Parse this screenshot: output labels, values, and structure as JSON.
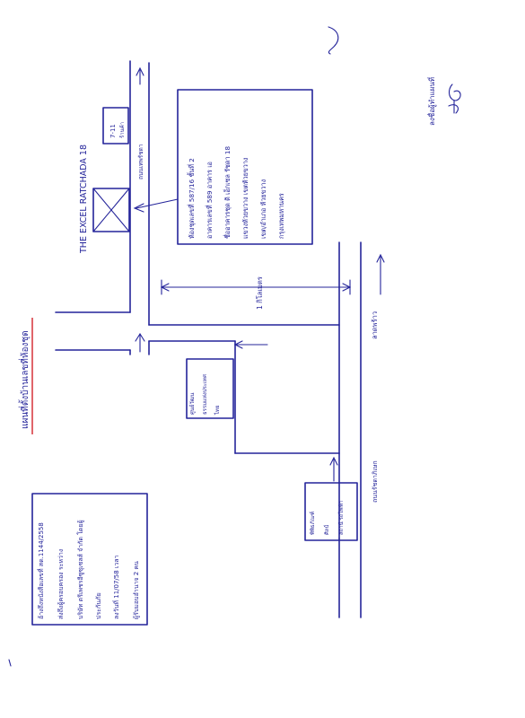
{
  "diagram": {
    "title": "แผนที่ตั้งบ้านเลขที่ห้องชุด",
    "building_name": "THE EXCEL RATCHADA 18",
    "store_label": "7-11",
    "store_sub": "ร้านค้า",
    "road_top": "ถนนเทพรัชดา",
    "info_box_lines": [
      "ห้องชุดเลขที่ 587/16 ชั้นที่ 2",
      "อาคารเลขที่ 589 อาคาร เอ",
      "ชื่ออาคารชุด ดิ เอ็กเซล รัชดา 18",
      "แขวงห้วยขวาง เขตห้วยขวาง",
      "เขต/อำเภอ ห้วยขวาง",
      "กรุงเทพมหานคร"
    ],
    "distance_label": "1 กิโลเมตร",
    "direction_label": "ลาดพร้าว",
    "road_bottom": "ถนนรัชดาภิเษก",
    "small_box_1": [
      "ศูนย์วัฒน",
      "ธรรมแห่งประเทศ",
      "ไทย"
    ],
    "small_box_2": [
      "พิพิธภัณฑ์",
      "ศิลป์",
      "สถานี รถไฟฟ้า"
    ],
    "left_box_lines": [
      "อ้างถึงหนังสือเลขที่ สด.1144/2558",
      "ส่งถึงผู้ครอบครอง ระหว่าง",
      "บริษัท ตรีเพชรอีซูซุเซลส์ จำกัด โดยผู้",
      "ประกันภัย",
      "ลงวันที่ 11/07/58 เวลา",
      "ผู้รับมอบอำนาจ 2 คน"
    ],
    "signature_label": "ลงชื่อผู้ทำแผนที่"
  }
}
